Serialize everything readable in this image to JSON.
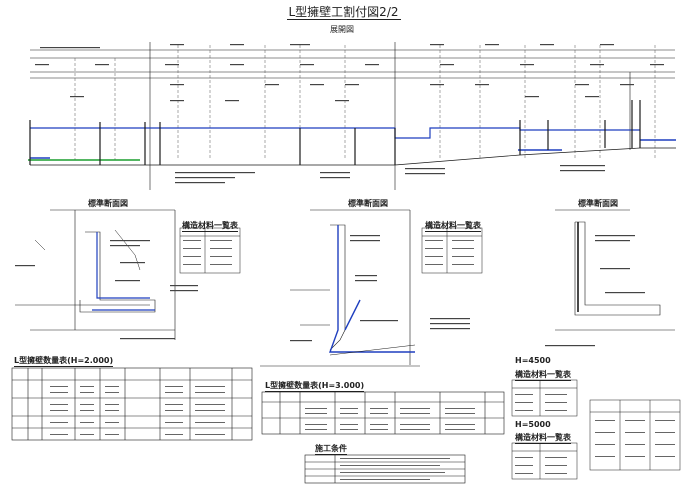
{
  "title": "L型擁壁工割付図2/2",
  "profile": {
    "label": "展開図"
  },
  "section_a": {
    "title": "標準断面図",
    "materials_title": "構造材料一覧表"
  },
  "section_b": {
    "title": "標準断面図",
    "materials_title": "構造材料一覧表"
  },
  "section_c": {
    "title": "標準断面図",
    "materials_title_1": "構造材料一覧表",
    "materials_title_2": "構造材料一覧表",
    "dim_1": "H=4500",
    "dim_2": "H=5000"
  },
  "table_1": {
    "title": "L型擁壁数量表(H=2.000)"
  },
  "table_2": {
    "title": "L型擁壁数量表(H=3.000)"
  },
  "conditions": {
    "title": "施工条件"
  },
  "colors": {
    "line": "#1a1a1a",
    "wall": "#1f3fbf",
    "ground": "#1a9e2e",
    "fill": "#9a9a9a"
  }
}
